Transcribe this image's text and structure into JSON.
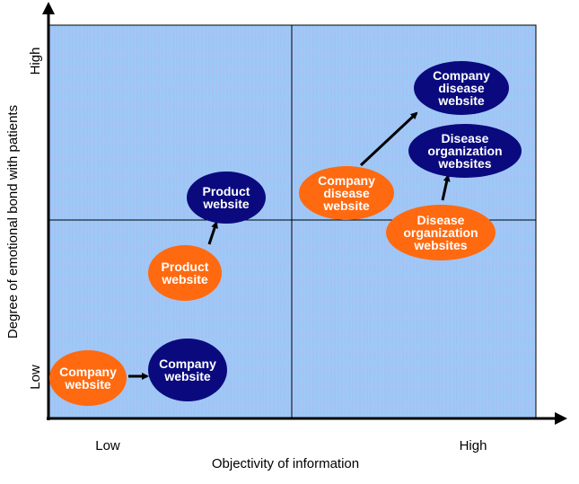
{
  "colors": {
    "background": "#9ec9f7",
    "before": "#ff6a10",
    "after": "#0a0a7e",
    "axis": "#000000"
  },
  "y_axis": {
    "label": "Degree of emotional bond with patients",
    "low": "Low",
    "high": "High"
  },
  "x_axis": {
    "label": "Objectivity of information",
    "low": "Low",
    "high": "High"
  },
  "nodes": [
    {
      "id": "company-website-before",
      "lines": [
        "Company",
        "website"
      ],
      "type": "before"
    },
    {
      "id": "company-website-after",
      "lines": [
        "Company",
        "website"
      ],
      "type": "after"
    },
    {
      "id": "product-website-before",
      "lines": [
        "Product",
        "website"
      ],
      "type": "before"
    },
    {
      "id": "product-website-after",
      "lines": [
        "Product",
        "website"
      ],
      "type": "after"
    },
    {
      "id": "company-disease-website-before",
      "lines": [
        "Company",
        "disease",
        "website"
      ],
      "type": "before"
    },
    {
      "id": "company-disease-website-after",
      "lines": [
        "Company",
        "disease",
        "website"
      ],
      "type": "after"
    },
    {
      "id": "disease-organization-websites-before",
      "lines": [
        "Disease",
        "organization",
        "websites"
      ],
      "type": "before"
    },
    {
      "id": "disease-organization-websites-after",
      "lines": [
        "Disease",
        "organization",
        "websites"
      ],
      "type": "after"
    }
  ],
  "transitions": [
    {
      "from": "company-website-before",
      "to": "company-website-after"
    },
    {
      "from": "product-website-before",
      "to": "product-website-after"
    },
    {
      "from": "company-disease-website-before",
      "to": "company-disease-website-after"
    },
    {
      "from": "disease-organization-websites-before",
      "to": "disease-organization-websites-after"
    }
  ]
}
